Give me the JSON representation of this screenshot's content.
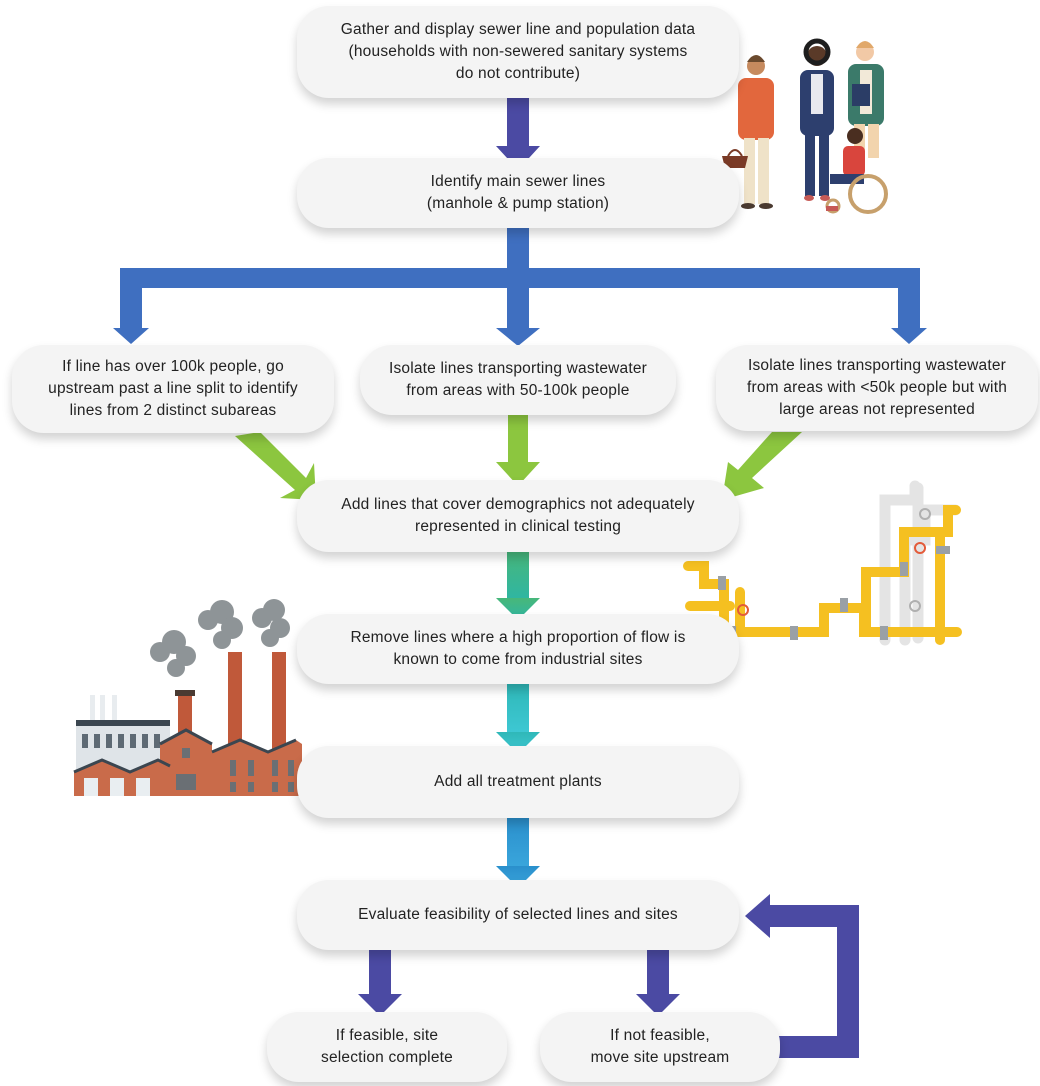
{
  "steps": {
    "gather": "Gather and display sewer line and population data\n(households with non-sewered sanitary systems\ndo not contribute)",
    "identify": "Identify main sewer lines\n(manhole & pump station)",
    "over100k": "If line has over 100k people, go\nupstream past a line split to identify\nlines from 2 distinct subareas",
    "isolate50_100": "Isolate lines transporting wastewater\nfrom areas with 50-100k people",
    "isolate_under50": "Isolate lines transporting wastewater\nfrom areas with <50k people but with\nlarge areas not represented",
    "add_demographics": "Add lines that cover demographics not adequately\nrepresented in clinical testing",
    "remove_industrial": "Remove lines where a high proportion of flow is\nknown to come from industrial sites",
    "add_treatment": "Add all treatment plants",
    "evaluate": "Evaluate feasibility of selected lines and sites",
    "feasible": "If feasible, site\nselection complete",
    "not_feasible": "If not feasible,\nmove site upstream"
  },
  "colors": {
    "box_bg": "#f4f4f4",
    "arrow_purple": "#4b4aa3",
    "arrow_blue": "#3f6fc0",
    "arrow_green": "#8cc63f",
    "arrow_teal_green": "#3db88a",
    "arrow_teal": "#3ec2c9",
    "arrow_sky": "#3a9ad6"
  },
  "illustrations": [
    "people-illustration",
    "pipes-illustration",
    "factory-illustration"
  ]
}
